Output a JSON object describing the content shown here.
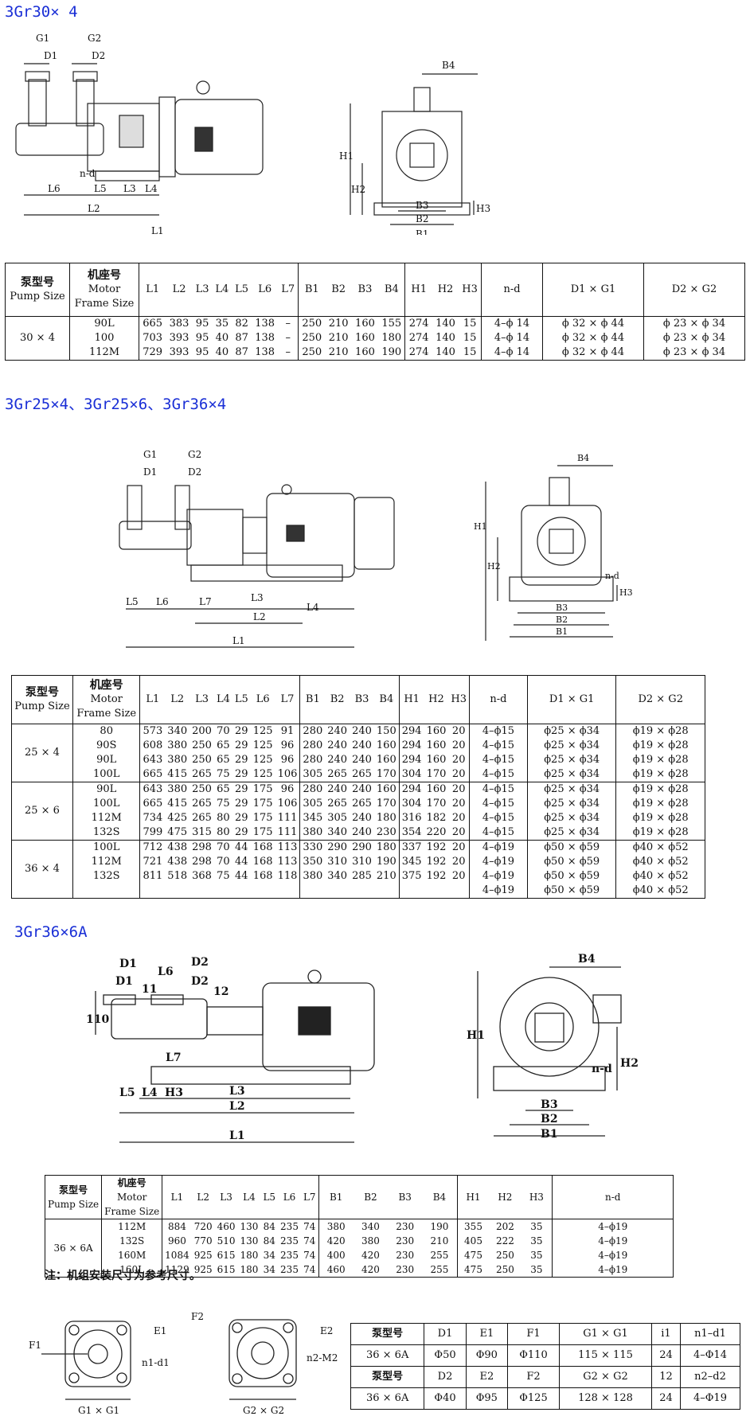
{
  "sections": {
    "s1_title": "3Gr30× 4",
    "s2_title": "3Gr25×4、3Gr25×6、3Gr36×4",
    "s3_title": "3Gr36×6A"
  },
  "drawing_labels": {
    "G1": "G1",
    "G2": "G2",
    "D1": "D1",
    "D2": "D2",
    "nd": "n-d",
    "L1": "L1",
    "L2": "L2",
    "L3": "L3",
    "L4": "L4",
    "L5": "L5",
    "L6": "L6",
    "L7": "L7",
    "B1": "B1",
    "B2": "B2",
    "B3": "B3",
    "B4": "B4",
    "H1": "H1",
    "H2": "H2",
    "H3": "H3",
    "dim110": "110",
    "dim11": "11",
    "dim12": "12",
    "F1": "F1",
    "F2": "F2",
    "E1": "E1",
    "E2": "E2",
    "n1d1": "n1-d1",
    "n2M2": "n2-M2",
    "G1xG1": "G1 × G1",
    "G2xG2": "G2 × G2"
  },
  "table_header": {
    "pump_cn": "泵型号",
    "pump_en": "Pump Size",
    "motor_cn": "机座号",
    "motor_en1": "Motor",
    "motor_en2": "Frame Size",
    "cols_L": [
      "L1",
      "L2",
      "L3",
      "L4",
      "L5",
      "L6",
      "L7"
    ],
    "cols_B": [
      "B1",
      "B2",
      "B3",
      "B4"
    ],
    "cols_H": [
      "H1",
      "H2",
      "H3"
    ],
    "col_nd": "n-d",
    "col_d1g1": "D1 × G1",
    "col_d2g2": "D2 × G2"
  },
  "table1": {
    "pump": "30 × 4",
    "rows": [
      {
        "frame": "90L",
        "L": [
          "665",
          "383",
          "95",
          "35",
          "82",
          "138",
          "–"
        ],
        "B": [
          "250",
          "210",
          "160",
          "155"
        ],
        "H": [
          "274",
          "140",
          "15"
        ],
        "nd": "4–ϕ 14",
        "d1g1": "ϕ 32 × ϕ 44",
        "d2g2": "ϕ 23 × ϕ 34"
      },
      {
        "frame": "100",
        "L": [
          "703",
          "393",
          "95",
          "40",
          "87",
          "138",
          "–"
        ],
        "B": [
          "250",
          "210",
          "160",
          "180"
        ],
        "H": [
          "274",
          "140",
          "15"
        ],
        "nd": "4–ϕ 14",
        "d1g1": "ϕ 32 × ϕ 44",
        "d2g2": "ϕ 23 × ϕ 34"
      },
      {
        "frame": "112M",
        "L": [
          "729",
          "393",
          "95",
          "40",
          "87",
          "138",
          "–"
        ],
        "B": [
          "250",
          "210",
          "160",
          "190"
        ],
        "H": [
          "274",
          "140",
          "15"
        ],
        "nd": "4–ϕ 14",
        "d1g1": "ϕ 32 × ϕ 44",
        "d2g2": "ϕ 23 × ϕ 34"
      }
    ]
  },
  "table2": {
    "groups": [
      {
        "pump": "25 × 4",
        "rows": [
          {
            "frame": "80",
            "L": [
              "573",
              "340",
              "200",
              "70",
              "29",
              "125",
              "91"
            ],
            "B": [
              "280",
              "240",
              "240",
              "150"
            ],
            "H": [
              "294",
              "160",
              "20"
            ],
            "nd": "4–ϕ15",
            "d1g1": "ϕ25 × ϕ34",
            "d2g2": "ϕ19 × ϕ28"
          },
          {
            "frame": "90S",
            "L": [
              "608",
              "380",
              "250",
              "65",
              "29",
              "125",
              "96"
            ],
            "B": [
              "280",
              "240",
              "240",
              "160"
            ],
            "H": [
              "294",
              "160",
              "20"
            ],
            "nd": "4–ϕ15",
            "d1g1": "ϕ25 × ϕ34",
            "d2g2": "ϕ19 × ϕ28"
          },
          {
            "frame": "90L",
            "L": [
              "643",
              "380",
              "250",
              "65",
              "29",
              "125",
              "96"
            ],
            "B": [
              "280",
              "240",
              "240",
              "160"
            ],
            "H": [
              "294",
              "160",
              "20"
            ],
            "nd": "4–ϕ15",
            "d1g1": "ϕ25 × ϕ34",
            "d2g2": "ϕ19 × ϕ28"
          },
          {
            "frame": "100L",
            "L": [
              "665",
              "415",
              "265",
              "75",
              "29",
              "125",
              "106"
            ],
            "B": [
              "305",
              "265",
              "265",
              "170"
            ],
            "H": [
              "304",
              "170",
              "20"
            ],
            "nd": "4–ϕ15",
            "d1g1": "ϕ25 × ϕ34",
            "d2g2": "ϕ19 × ϕ28"
          }
        ]
      },
      {
        "pump": "25 × 6",
        "rows": [
          {
            "frame": "90L",
            "L": [
              "643",
              "380",
              "250",
              "65",
              "29",
              "175",
              "96"
            ],
            "B": [
              "280",
              "240",
              "240",
              "160"
            ],
            "H": [
              "294",
              "160",
              "20"
            ],
            "nd": "4–ϕ15",
            "d1g1": "ϕ25 × ϕ34",
            "d2g2": "ϕ19 × ϕ28"
          },
          {
            "frame": "100L",
            "L": [
              "665",
              "415",
              "265",
              "75",
              "29",
              "175",
              "106"
            ],
            "B": [
              "305",
              "265",
              "265",
              "170"
            ],
            "H": [
              "304",
              "170",
              "20"
            ],
            "nd": "4–ϕ15",
            "d1g1": "ϕ25 × ϕ34",
            "d2g2": "ϕ19 × ϕ28"
          },
          {
            "frame": "112M",
            "L": [
              "734",
              "425",
              "265",
              "80",
              "29",
              "175",
              "111"
            ],
            "B": [
              "345",
              "305",
              "240",
              "180"
            ],
            "H": [
              "316",
              "182",
              "20"
            ],
            "nd": "4–ϕ15",
            "d1g1": "ϕ25 × ϕ34",
            "d2g2": "ϕ19 × ϕ28"
          },
          {
            "frame": "132S",
            "L": [
              "799",
              "475",
              "315",
              "80",
              "29",
              "175",
              "111"
            ],
            "B": [
              "380",
              "340",
              "240",
              "230"
            ],
            "H": [
              "354",
              "220",
              "20"
            ],
            "nd": "4–ϕ15",
            "d1g1": "ϕ25 × ϕ34",
            "d2g2": "ϕ19 × ϕ28"
          }
        ]
      },
      {
        "pump": "36 × 4",
        "rows": [
          {
            "frame": "100L",
            "L": [
              "712",
              "438",
              "298",
              "70",
              "44",
              "168",
              "113"
            ],
            "B": [
              "330",
              "290",
              "290",
              "180"
            ],
            "H": [
              "337",
              "192",
              "20"
            ],
            "nd": "4–ϕ19",
            "d1g1": "ϕ50 × ϕ59",
            "d2g2": "ϕ40 × ϕ52"
          },
          {
            "frame": "112M",
            "L": [
              "721",
              "438",
              "298",
              "70",
              "44",
              "168",
              "113"
            ],
            "B": [
              "350",
              "310",
              "310",
              "190"
            ],
            "H": [
              "345",
              "192",
              "20"
            ],
            "nd": "4–ϕ19",
            "d1g1": "ϕ50 × ϕ59",
            "d2g2": "ϕ40 × ϕ52"
          },
          {
            "frame": "132S",
            "L": [
              "811",
              "518",
              "368",
              "75",
              "44",
              "168",
              "118"
            ],
            "B": [
              "380",
              "340",
              "285",
              "210"
            ],
            "H": [
              "375",
              "192",
              "20"
            ],
            "nd": "4–ϕ19",
            "d1g1": "ϕ50 × ϕ59",
            "d2g2": "ϕ40 × ϕ52"
          },
          {
            "frame": "",
            "L": [
              "",
              "",
              "",
              "",
              "",
              "",
              ""
            ],
            "B": [
              "",
              "",
              "",
              ""
            ],
            "H": [
              "",
              "",
              ""
            ],
            "nd": "4–ϕ19",
            "d1g1": "ϕ50 × ϕ59",
            "d2g2": "ϕ40 × ϕ52"
          }
        ]
      }
    ]
  },
  "table3": {
    "pump": "36 × 6A",
    "rows": [
      {
        "frame": "112M",
        "L": [
          "884",
          "720",
          "460",
          "130",
          "84",
          "235",
          "74"
        ],
        "B": [
          "380",
          "340",
          "230",
          "190"
        ],
        "H": [
          "355",
          "202",
          "35"
        ],
        "nd": "4–ϕ19"
      },
      {
        "frame": "132S",
        "L": [
          "960",
          "770",
          "510",
          "130",
          "84",
          "235",
          "74"
        ],
        "B": [
          "420",
          "380",
          "230",
          "210"
        ],
        "H": [
          "405",
          "222",
          "35"
        ],
        "nd": "4–ϕ19"
      },
      {
        "frame": "160M",
        "L": [
          "1084",
          "925",
          "615",
          "180",
          "34",
          "235",
          "74"
        ],
        "B": [
          "400",
          "420",
          "230",
          "255"
        ],
        "H": [
          "475",
          "250",
          "35"
        ],
        "nd": "4–ϕ19"
      },
      {
        "frame": "160L",
        "L": [
          "1129",
          "925",
          "615",
          "180",
          "34",
          "235",
          "74"
        ],
        "B": [
          "460",
          "420",
          "230",
          "255"
        ],
        "H": [
          "475",
          "250",
          "35"
        ],
        "nd": "4–ϕ19"
      }
    ]
  },
  "note": "注：机组安装尺寸为参考尺寸。",
  "flange_table": {
    "rows": [
      [
        "泵型号",
        "D1",
        "E1",
        "F1",
        "G1 × G1",
        "i1",
        "n1–d1"
      ],
      [
        "36 × 6A",
        "Φ50",
        "Φ90",
        "Φ110",
        "115 × 115",
        "24",
        "4–Φ14"
      ],
      [
        "泵型号",
        "D2",
        "E2",
        "F2",
        "G2 × G2",
        "12",
        "n2–d2"
      ],
      [
        "36 × 6A",
        "Φ40",
        "Φ95",
        "Φ125",
        "128 × 128",
        "24",
        "4–Φ19"
      ]
    ]
  }
}
